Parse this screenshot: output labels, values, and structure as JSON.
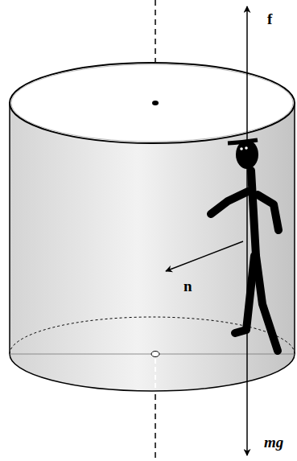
{
  "diagram": {
    "labels": [
      "f",
      "n",
      "mg"
    ]
  }
}
